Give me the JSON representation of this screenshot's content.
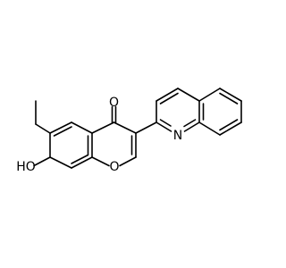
{
  "molecule": {
    "atoms": {
      "o_carbonyl": "O",
      "oh_group": "HO",
      "o_ring": "O",
      "n_quinoline": "N"
    }
  }
}
